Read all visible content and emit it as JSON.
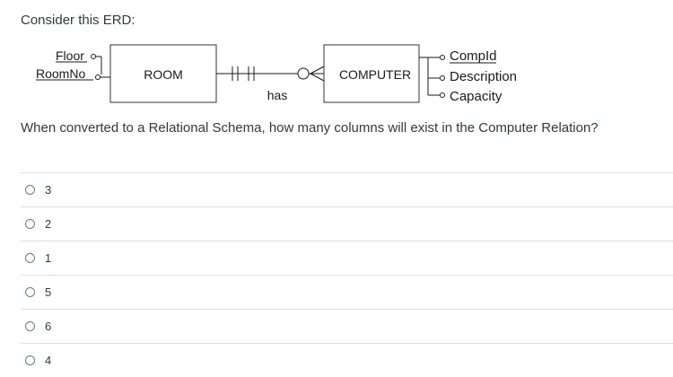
{
  "prompt": "Consider this ERD:",
  "erd": {
    "room_attributes": [
      "Floor",
      "RoomNo"
    ],
    "entity_room": "ROOM",
    "relationship": "has",
    "entity_computer": "COMPUTER",
    "computer_attributes": [
      "CompId",
      "Description",
      "Capacity"
    ]
  },
  "question": "When converted to a Relational Schema, how many columns will exist in the Computer Relation?",
  "answers": [
    "3",
    "2",
    "1",
    "5",
    "6",
    "4"
  ]
}
